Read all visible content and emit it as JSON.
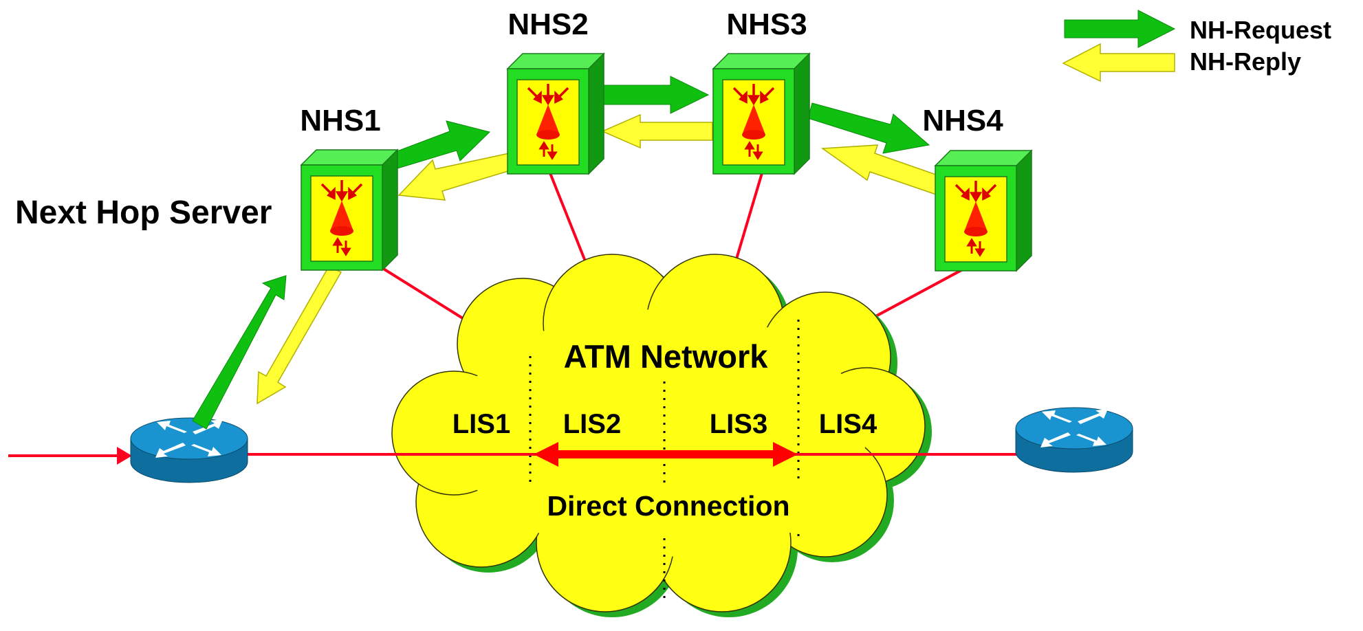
{
  "diagram": {
    "title": "Next Hop Server",
    "cloud_label": "ATM Network",
    "direct_connection_label": "Direct Connection",
    "servers": [
      {
        "id": "nhs1",
        "label": "NHS1"
      },
      {
        "id": "nhs2",
        "label": "NHS2"
      },
      {
        "id": "nhs3",
        "label": "NHS3"
      },
      {
        "id": "nhs4",
        "label": "NHS4"
      }
    ],
    "lis": [
      "LIS1",
      "LIS2",
      "LIS3",
      "LIS4"
    ],
    "legend": {
      "request": "NH-Request",
      "reply": "NH-Reply"
    }
  },
  "colors": {
    "request_arrow": "#10c010",
    "reply_arrow": "#ffff33",
    "cloud_fill": "#ffff14",
    "cloud_shadow": "#22aa22",
    "server_green": "#22dd22",
    "server_face": "#ffff00",
    "link_red": "#ff0022",
    "router_blue": "#1a88c4"
  }
}
